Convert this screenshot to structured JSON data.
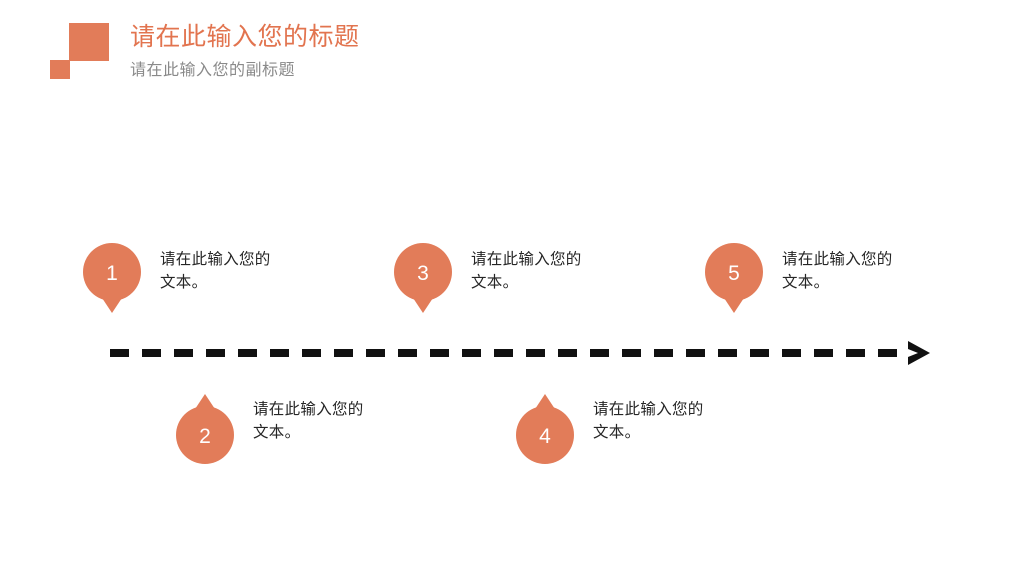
{
  "slide": {
    "background_color": "#ffffff",
    "accent_color": "#E27C59",
    "title_color": "#E2744F",
    "subtitle_color": "#8a8a8a",
    "body_text_color": "#262626"
  },
  "header": {
    "title": "请在此输入您的标题",
    "subtitle": "请在此输入您的副标题",
    "logo": {
      "big_square": "logo-square-large",
      "small_square": "logo-square-small"
    }
  },
  "timeline": {
    "axis": {
      "style": "dashed",
      "arrow": "right-arrow",
      "color": "#111111"
    },
    "items": [
      {
        "number": "1",
        "text": "请在此输入您的\n文本。",
        "position": "above"
      },
      {
        "number": "2",
        "text": "请在此输入您的\n文本。",
        "position": "below"
      },
      {
        "number": "3",
        "text": "请在此输入您的\n文本。",
        "position": "above"
      },
      {
        "number": "4",
        "text": "请在此输入您的\n文本。",
        "position": "below"
      },
      {
        "number": "5",
        "text": "请在此输入您的\n文本。",
        "position": "above"
      }
    ]
  }
}
